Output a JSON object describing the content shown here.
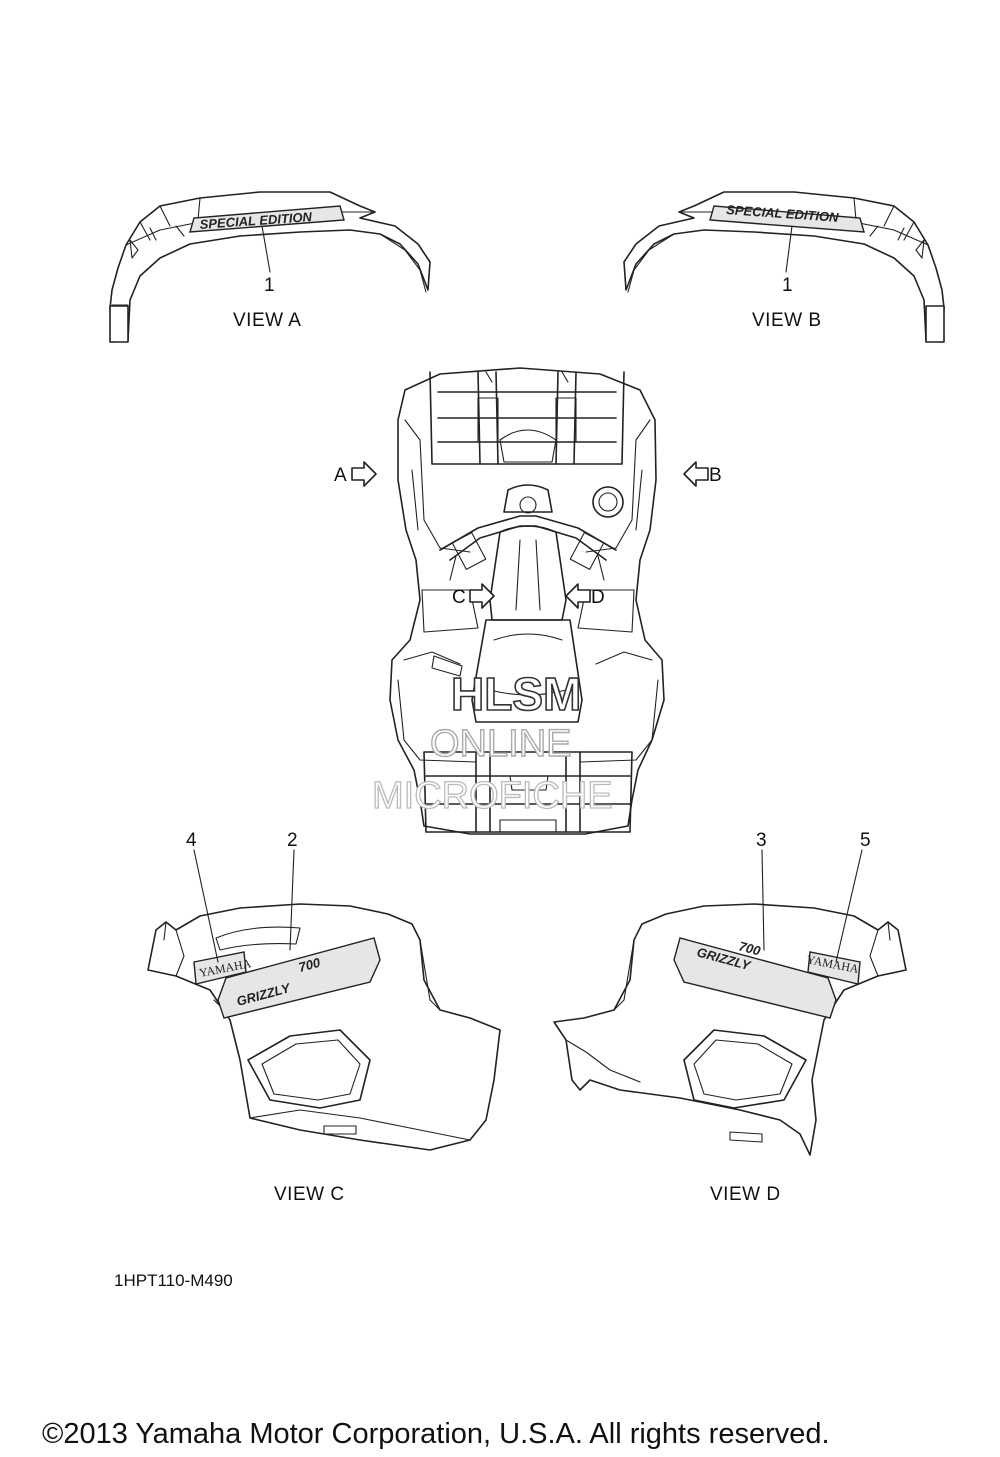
{
  "diagram": {
    "callouts": {
      "a": "1",
      "b": "1",
      "c_decal": "2",
      "d_decal": "3",
      "c_emblem": "4",
      "d_emblem": "5"
    },
    "views": {
      "a": "VIEW A",
      "b": "VIEW B",
      "c": "VIEW C",
      "d": "VIEW D"
    },
    "view_arrows": {
      "a": "A",
      "b": "B",
      "c": "C",
      "d": "D"
    },
    "watermark": {
      "line1": "HLSM",
      "line2": "ONLINE",
      "line3": "MICROFICHE"
    },
    "decal_text": {
      "special_edition": "SPECIAL EDITION",
      "yamaha": "YAMAHA",
      "model": "GRIZZLY",
      "model_sub": "700"
    },
    "diagram_code": "1HPT110-M490",
    "copyright": "©2013 Yamaha Motor Corporation, U.S.A. All rights reserved."
  }
}
